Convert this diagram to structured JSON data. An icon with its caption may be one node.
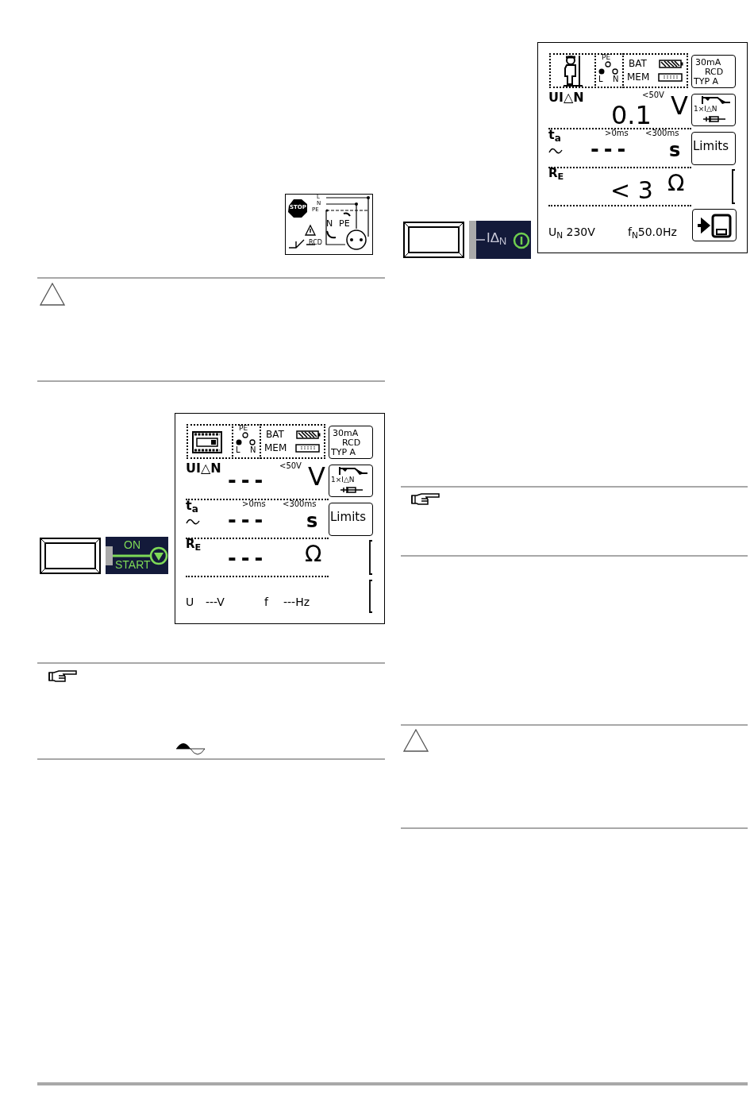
{
  "diagram": {
    "labels": [
      "STOP",
      "L",
      "N",
      "PE",
      "N",
      "PE",
      "RCD",
      "ON",
      "START",
      "30mA",
      "RCD",
      "TYP A",
      "PE",
      "L",
      "N",
      "BAT",
      "MEM",
      "UI△N",
      "<50V",
      "---",
      "V",
      "1×I△N",
      "t$_{a}$",
      ">0ms",
      "<300ms",
      "---",
      "s",
      "Limits",
      "R$_{E}$",
      "---",
      "Ω",
      "U",
      "---V",
      "f",
      "---Hz",
      "IΔ$_{N}$",
      "30mA",
      "RCD",
      "TYP A",
      "PE",
      "L",
      "N",
      "BAT",
      "MEM",
      "UI△N",
      "<50V",
      "0.1",
      "V",
      "1×I△N",
      "t$_{a}$",
      ">0ms",
      "<300ms",
      "---",
      "s",
      "Limits",
      "R$_{E}$",
      "< 3",
      "Ω",
      "U$_{N}$ 230V",
      "f$_{N}$50.0Hz"
    ]
  }
}
